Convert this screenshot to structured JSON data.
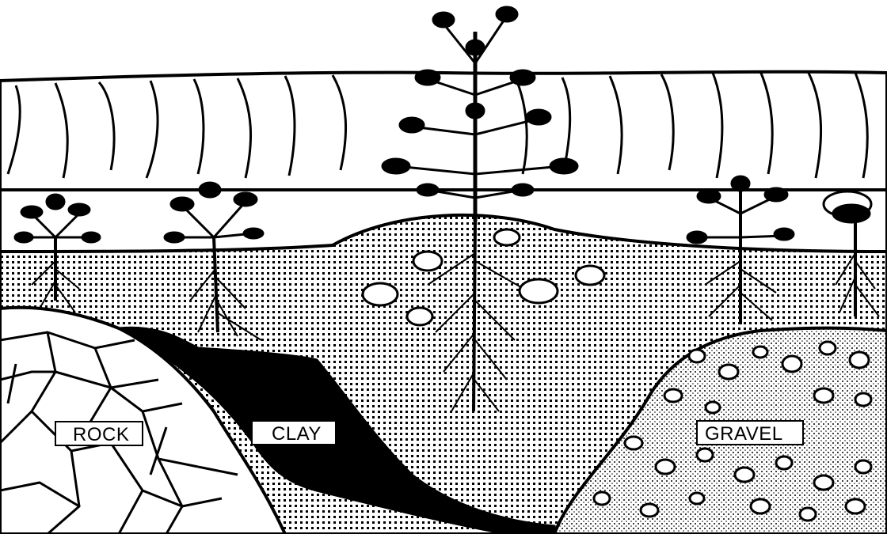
{
  "diagram": {
    "labels": {
      "rock": "ROCK",
      "clay": "CLAY",
      "gravel": "GRAVEL"
    },
    "colors": {
      "ink": "#000000",
      "paper": "#ffffff"
    },
    "icons": [
      "plant-icon",
      "plant-icon",
      "plant-icon",
      "plant-icon",
      "plant-icon"
    ]
  }
}
